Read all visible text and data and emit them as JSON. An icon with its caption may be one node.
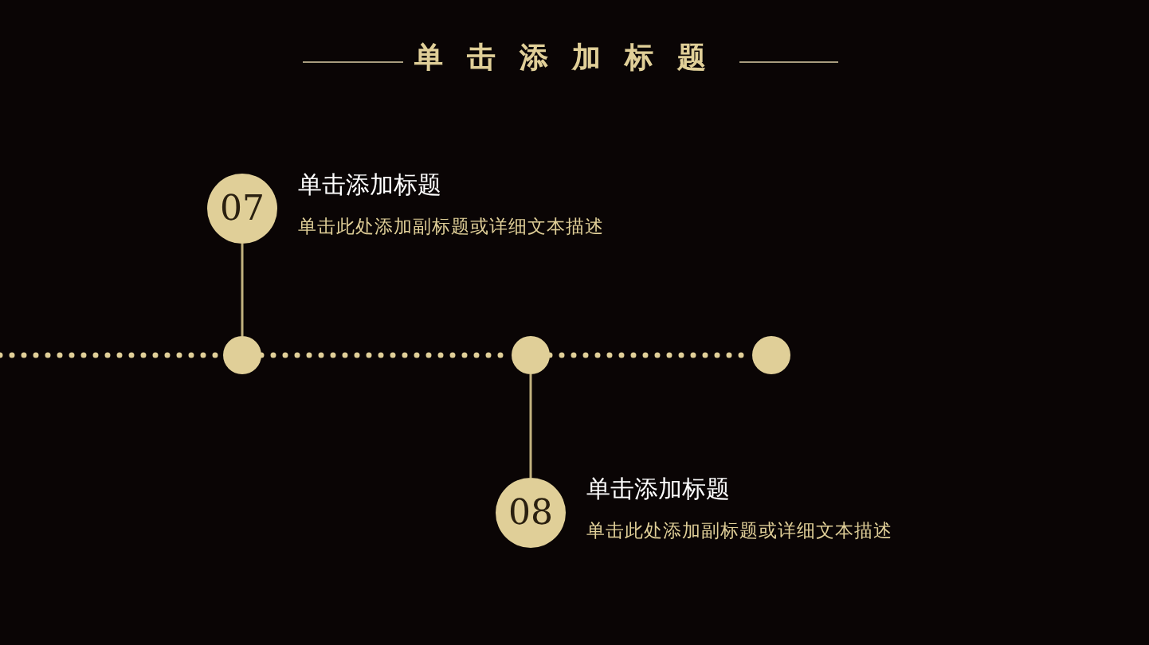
{
  "diagram": {
    "title": "单击添加标题",
    "nodes": [
      {
        "text": [
          "07"
        ],
        "beside": [
          "单击添加标题",
          "单击此处添加副标题或详细文本描述"
        ]
      },
      {
        "text": [],
        "shape": "circle"
      },
      {
        "text": [],
        "shape": "circle"
      },
      {
        "text": [],
        "shape": "circle"
      },
      {
        "text": [
          "08"
        ],
        "beside": [
          "单击添加标题",
          "单击此处添加副标题或详细文本描述"
        ]
      }
    ],
    "edges": [
      {
        "from": null,
        "to": 1,
        "arrow": "none",
        "style": "dashed"
      },
      {
        "from": 1,
        "to": 2,
        "arrow": "none",
        "style": "dashed"
      },
      {
        "from": 2,
        "to": 3,
        "arrow": "none",
        "style": "dashed"
      },
      {
        "from": 0,
        "to": 1,
        "arrow": "none"
      },
      {
        "from": 2,
        "to": 4,
        "arrow": "none"
      }
    ]
  }
}
